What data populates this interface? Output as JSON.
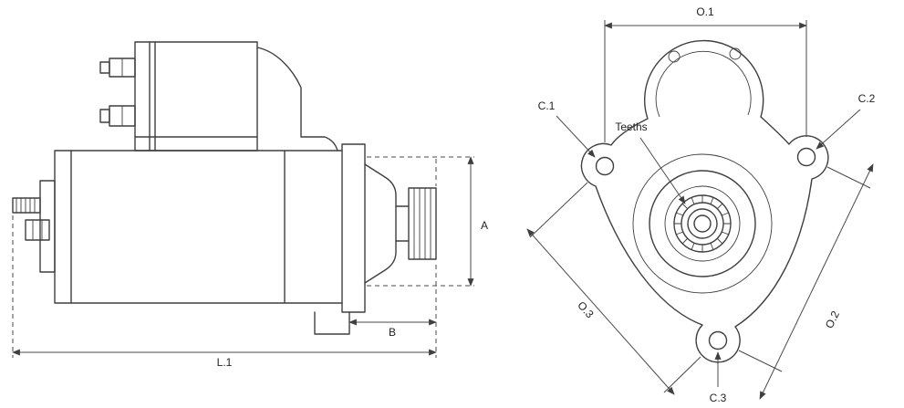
{
  "colors": {
    "line": "#3f3f3f",
    "dimension": "#4a4a4a",
    "text": "#222222",
    "background": "#ffffff"
  },
  "side_view": {
    "label_a": "A",
    "label_b": "B",
    "label_l1": "L.1"
  },
  "front_view": {
    "label_o1": "O.1",
    "label_o2": "O.2",
    "label_o3": "O.3",
    "label_c1": "C.1",
    "label_c2": "C.2",
    "label_c3": "C.3",
    "label_teeths": "Teeths"
  }
}
